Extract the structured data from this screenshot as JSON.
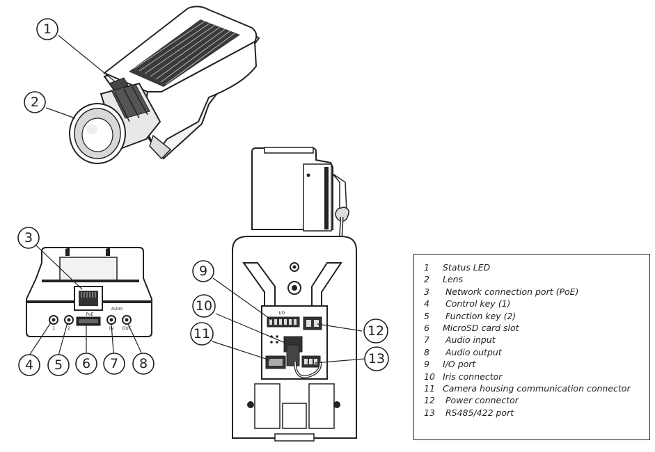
{
  "callouts": [
    "1",
    "2",
    "3",
    "4",
    "5",
    "6",
    "7",
    "8",
    "9",
    "10",
    "11",
    "12",
    "13"
  ],
  "legend": [
    {
      "num": "1",
      "label": "Status LED"
    },
    {
      "num": "2",
      "label": "Lens"
    },
    {
      "num": "3",
      "label": " Network connection port (PoE)"
    },
    {
      "num": "4",
      "label": " Control key (1)"
    },
    {
      "num": "5",
      "label": " Function key (2)"
    },
    {
      "num": "6",
      "label": "MicroSD card slot"
    },
    {
      "num": "7",
      "label": " Audio input"
    },
    {
      "num": "8",
      "label": " Audio output"
    },
    {
      "num": "9",
      "label": "I/O port"
    },
    {
      "num": "10",
      "label": "Iris connector"
    },
    {
      "num": "11",
      "label": "Camera housing communication connector"
    },
    {
      "num": "12",
      "label": " Power connector"
    },
    {
      "num": "13",
      "label": " RS485/422 port"
    }
  ],
  "port_labels": {
    "network": "PoE",
    "io": "I/O",
    "audio": "AUDIO",
    "key1": "1",
    "key2": "2",
    "audio_in": "IN",
    "audio_out": "OUT"
  }
}
